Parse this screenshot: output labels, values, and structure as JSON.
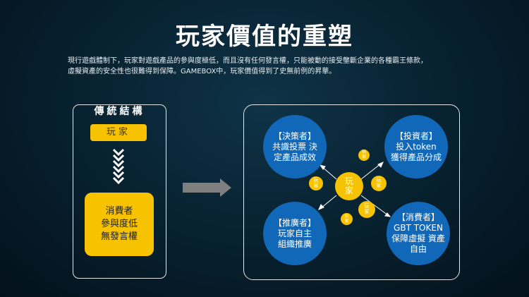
{
  "title": "玩家價值的重塑",
  "description_line1": "現行遊戲體制下，玩家對遊戲產品的參與度極低，而且沒有任何發言權，只能被動的接受壟斷企業的各種霸王條款，",
  "description_line2": "虛擬資產的安全性也很難得到保障。GAMEBOX中，玩家價值得到了史無前例的昇華。",
  "left": {
    "title": "傳統結構",
    "player": "玩家",
    "consumer": [
      "消費者",
      "參與度低",
      "無發言權"
    ]
  },
  "right": {
    "center": [
      "玩",
      "家"
    ],
    "small_label": [
      "玩",
      "家"
    ],
    "decision": [
      "【決策者】",
      "共識投票 決",
      "定產品成效"
    ],
    "investor": [
      "【投資者】",
      "投入token",
      "獲得產品分成"
    ],
    "promoter": [
      "【推廣者】",
      "玩家自主",
      "組織推廣"
    ],
    "consumer": [
      "【消費者】",
      "GBT TOKEN",
      "保障虛擬 資產",
      "自由"
    ]
  },
  "colors": {
    "yellow": "#f7c200",
    "blue": "#1268b8",
    "arrow_gray": "#7f7f7f"
  }
}
